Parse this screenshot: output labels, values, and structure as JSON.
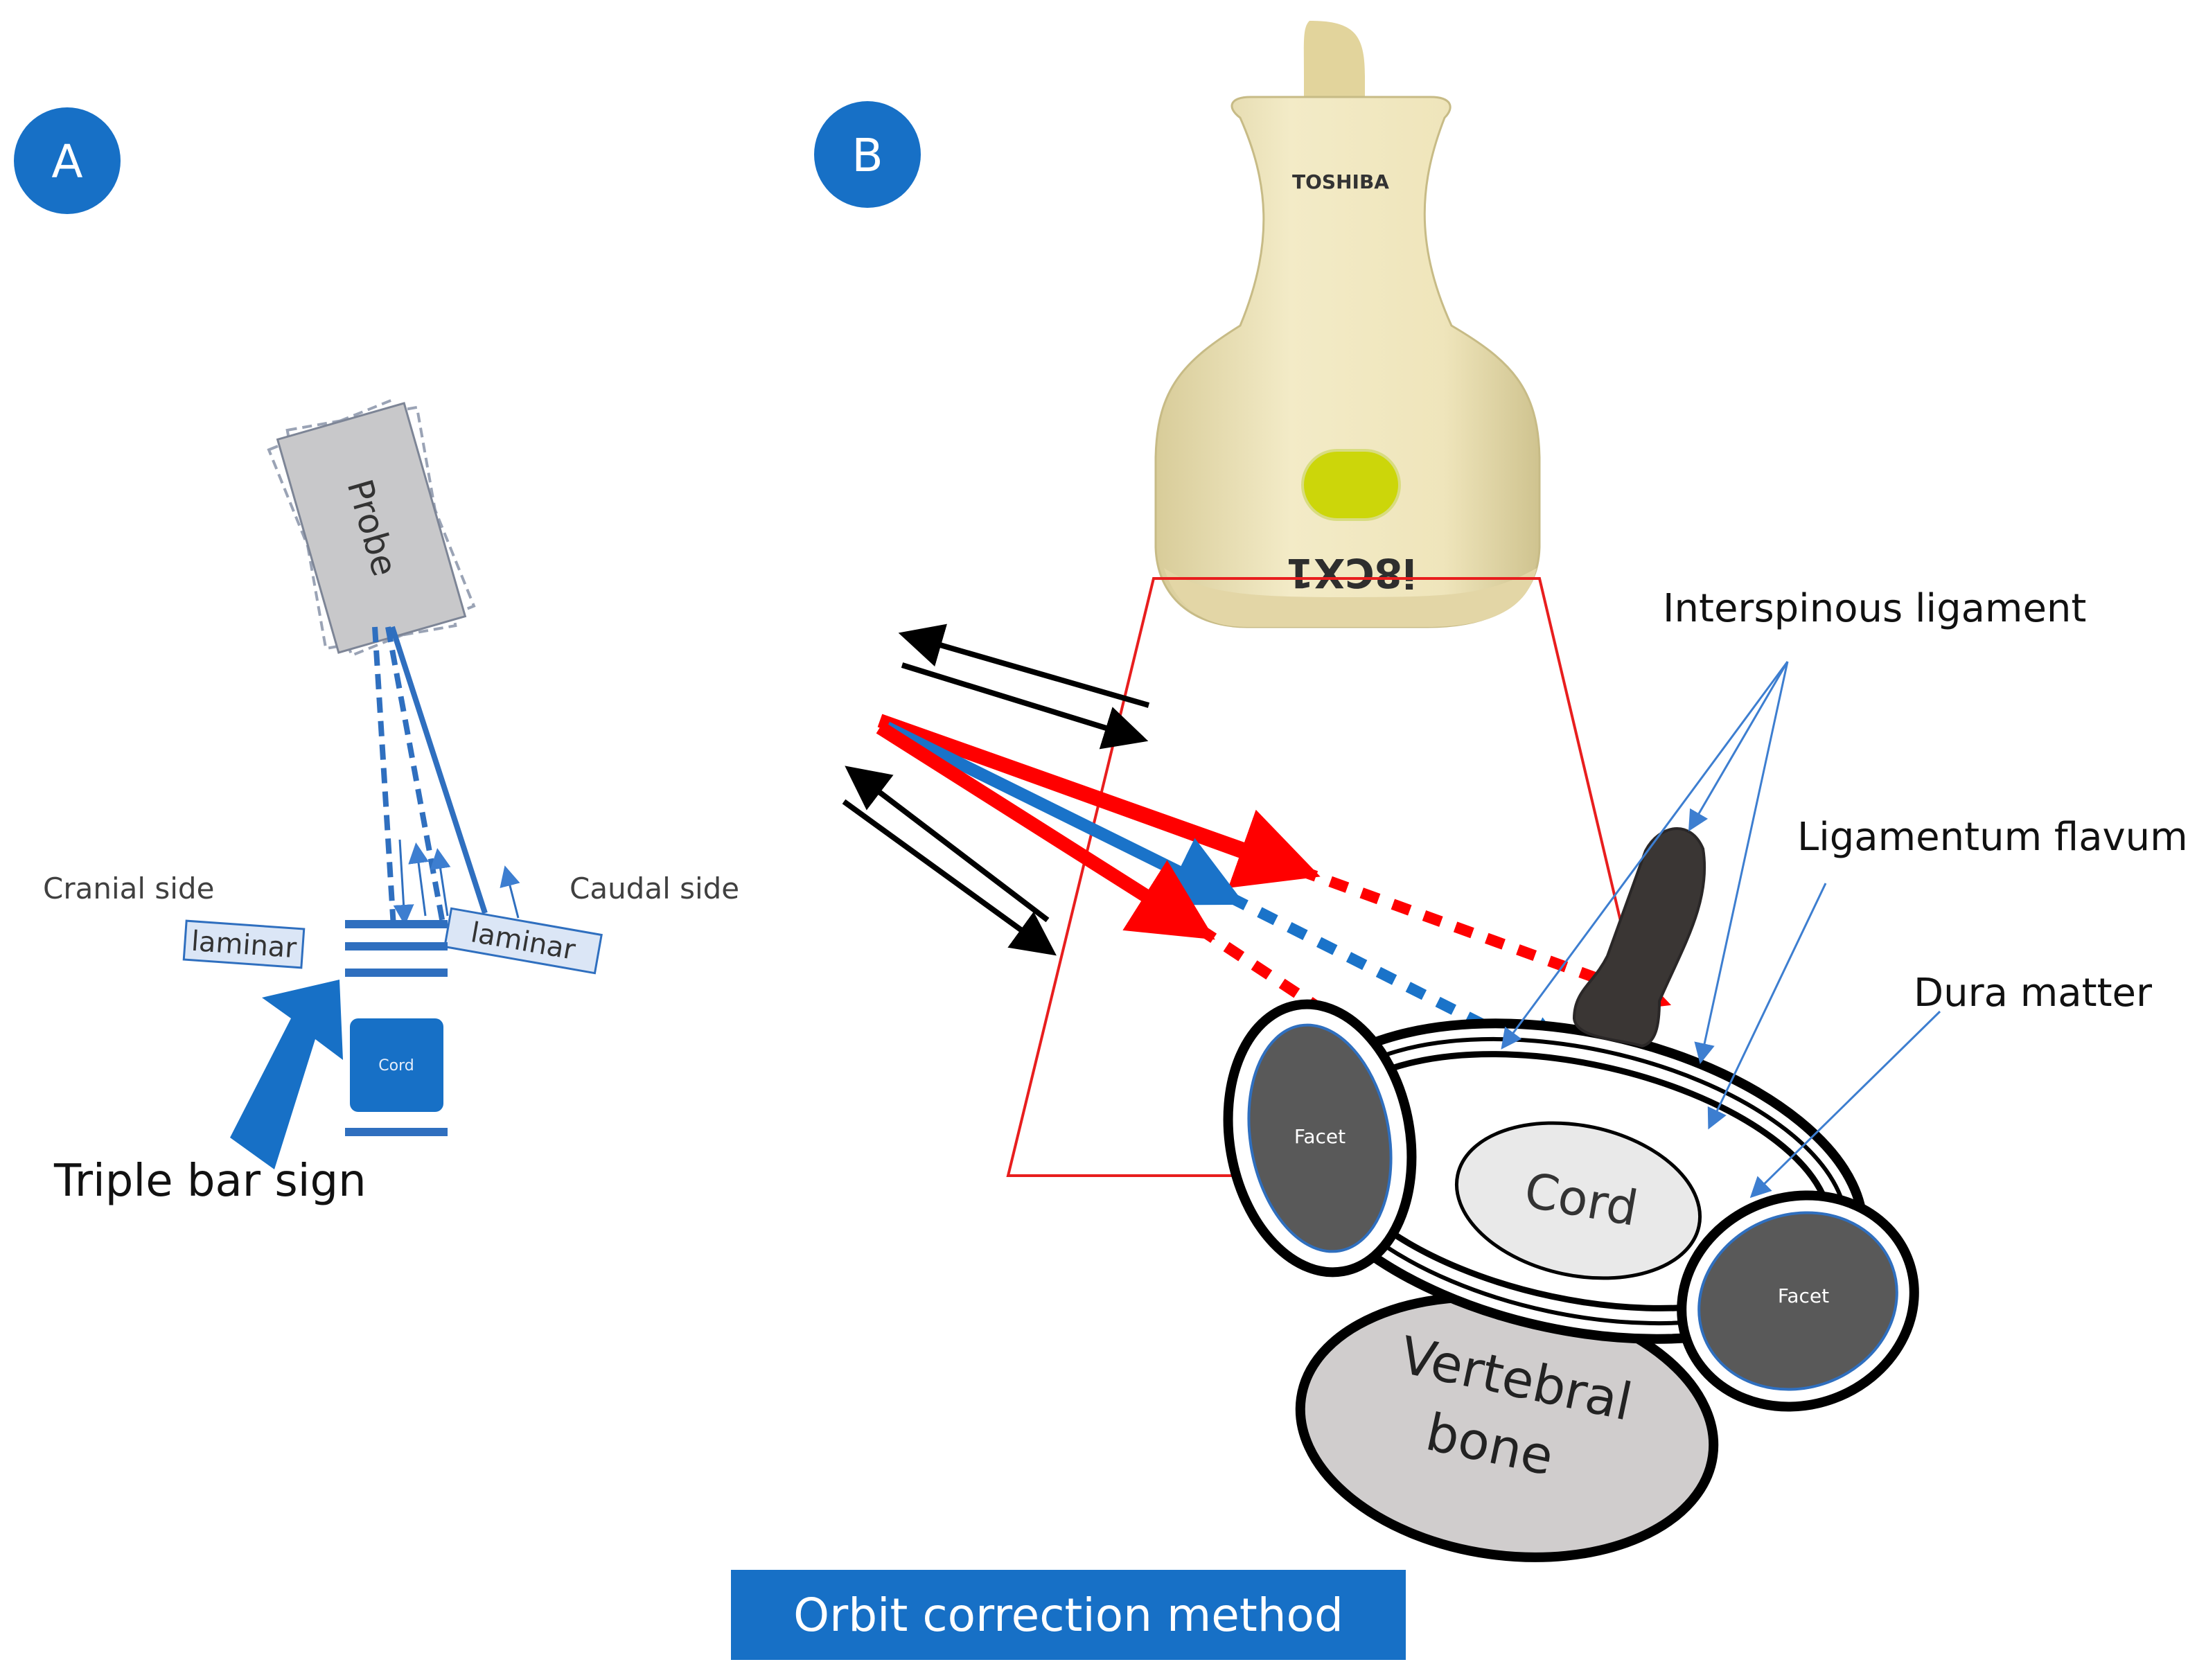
{
  "panels": {
    "a": "A",
    "b": "B"
  },
  "panel_a": {
    "probe": "Probe",
    "cranial_side": "Cranial side",
    "caudal_side": "Caudal side",
    "laminar_left": "laminar",
    "laminar_right": "laminar",
    "cord": "Cord",
    "triple_bar_sign": "Triple bar sign"
  },
  "panel_b": {
    "probe_brand": "TOSHIBA",
    "probe_model": "i8CX1",
    "interspinous_ligament": "Interspinous ligament",
    "ligamentum_flavum": "Ligamentum flavum",
    "dura_matter": "Dura matter",
    "facet_left": "Facet",
    "facet_right": "Facet",
    "cord": "Cord",
    "vertebral_line1": "Vertebral",
    "vertebral_line2": "bone"
  },
  "banner": "Orbit correction method",
  "colors": {
    "panel_circle": "#1770c6",
    "blue_line": "#2f6fbf",
    "red_arrow": "#ff0000",
    "blue_arrow": "#1a73c9",
    "facet": "#595959",
    "probe_body": "#efe6bd"
  }
}
